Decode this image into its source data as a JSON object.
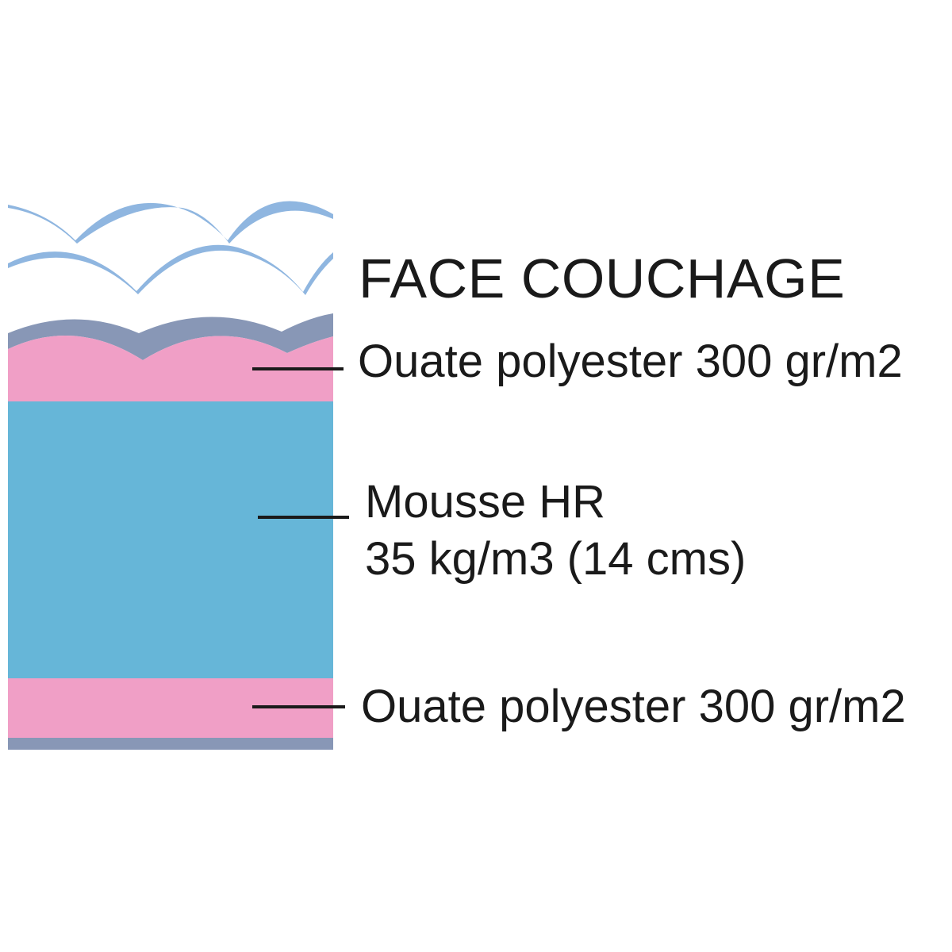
{
  "title": "FACE COUCHAGE",
  "layers": {
    "top": "Ouate polyester 300 gr/m2",
    "middle_line1": "Mousse HR",
    "middle_line2": "35 kg/m3 (14 cms)",
    "bottom": "Ouate polyester 300 gr/m2"
  },
  "colors": {
    "wadding": "#f09fc6",
    "foam": "#66b6d8",
    "ticking": "#8897b6",
    "comfort_waves": "#8fb6e0",
    "leader_line": "#1a1a1a"
  }
}
